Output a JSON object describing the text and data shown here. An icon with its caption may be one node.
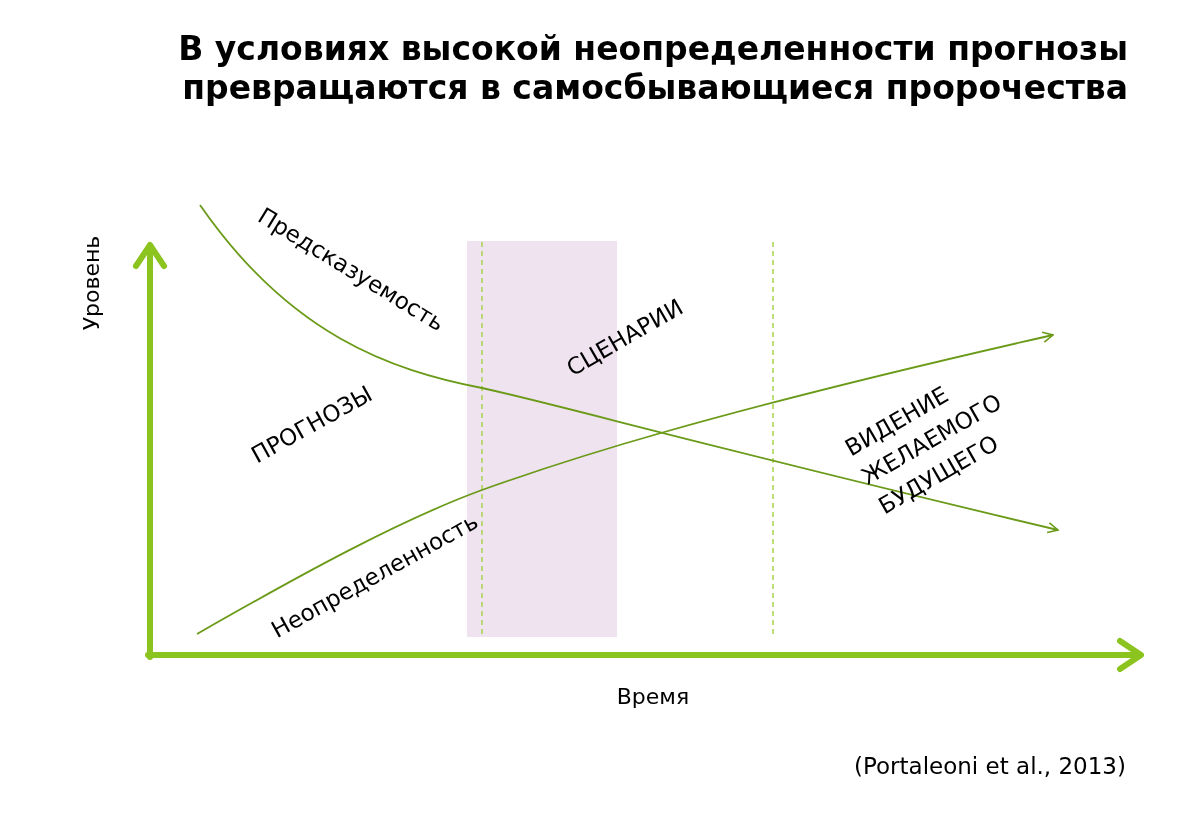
{
  "diagram": {
    "title": "В условиях высокой неопределенности прогнозы превращаются в самосбывающиеся пророчества",
    "labels": [
      "Предсказуемость",
      "Уровень",
      "СЦЕНАРИИ",
      "ПРОГНОЗЫ",
      "ВИДЕНИЕ ЖЕЛАЕМОГО БУДУЩЕГО",
      "Неопределенность",
      "Время",
      "(Portaleoni et al., 2013)"
    ]
  }
}
